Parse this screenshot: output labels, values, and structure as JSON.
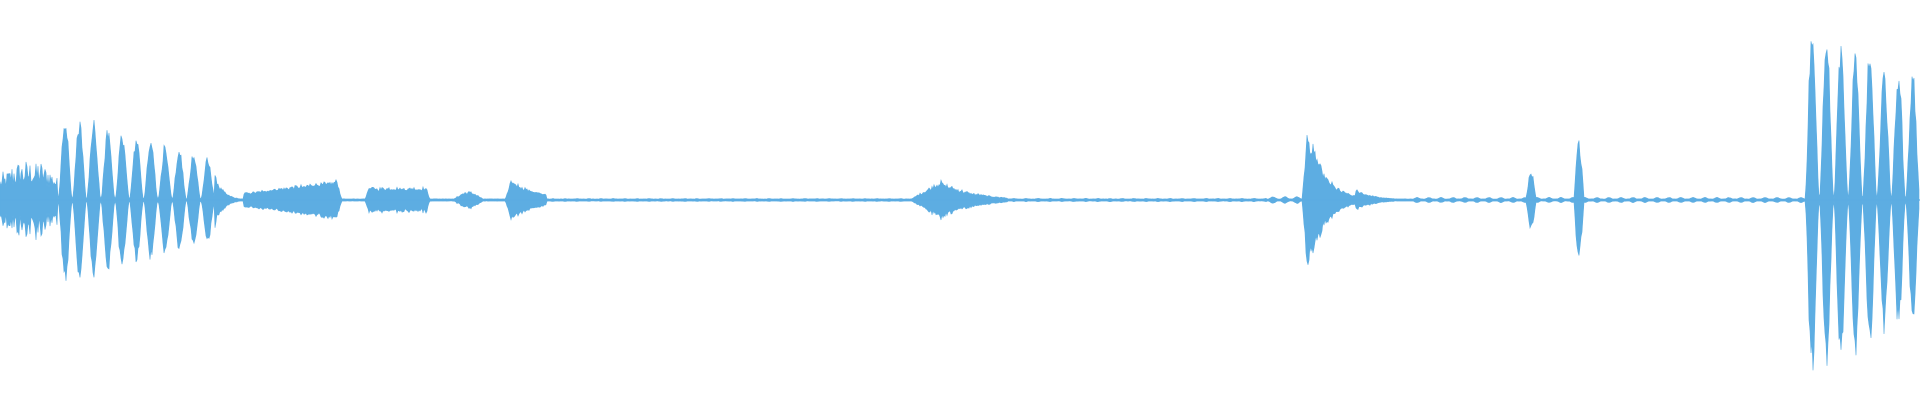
{
  "waveform": {
    "color": "#5DADE2",
    "background": "#FFFFFF",
    "baseline_amplitude": 0.006,
    "segments": [
      {
        "start": 0.0,
        "end": 0.03,
        "shape": "noise",
        "peak": 0.22
      },
      {
        "start": 0.03,
        "end": 0.112,
        "shape": "pulses",
        "peak": 0.47,
        "count": 11,
        "decay": 0.55
      },
      {
        "start": 0.112,
        "end": 0.125,
        "shape": "decay",
        "peak": 0.15
      },
      {
        "start": 0.127,
        "end": 0.178,
        "shape": "ramp",
        "peak": 0.11
      },
      {
        "start": 0.19,
        "end": 0.224,
        "shape": "block",
        "peak": 0.07
      },
      {
        "start": 0.236,
        "end": 0.252,
        "shape": "swell",
        "peak": 0.05
      },
      {
        "start": 0.263,
        "end": 0.285,
        "shape": "burst",
        "peak": 0.11
      },
      {
        "start": 0.474,
        "end": 0.525,
        "shape": "swell-decay",
        "peak": 0.11
      },
      {
        "start": 0.678,
        "end": 0.706,
        "shape": "strike",
        "peak": 0.41
      },
      {
        "start": 0.706,
        "end": 0.735,
        "shape": "decay",
        "peak": 0.06
      },
      {
        "start": 0.795,
        "end": 0.8,
        "shape": "spike",
        "peak": 0.16
      },
      {
        "start": 0.82,
        "end": 0.825,
        "shape": "spike",
        "peak": 0.33
      },
      {
        "start": 0.94,
        "end": 1.0,
        "shape": "pulses",
        "peak": 0.98,
        "count": 8,
        "decay": 0.35
      }
    ],
    "bead_regions": [
      {
        "start": 0.285,
        "end": 0.474,
        "amp": 0.008
      },
      {
        "start": 0.525,
        "end": 0.66,
        "amp": 0.009
      },
      {
        "start": 0.66,
        "end": 0.678,
        "amp": 0.018
      },
      {
        "start": 0.735,
        "end": 0.94,
        "amp": 0.014
      }
    ]
  }
}
